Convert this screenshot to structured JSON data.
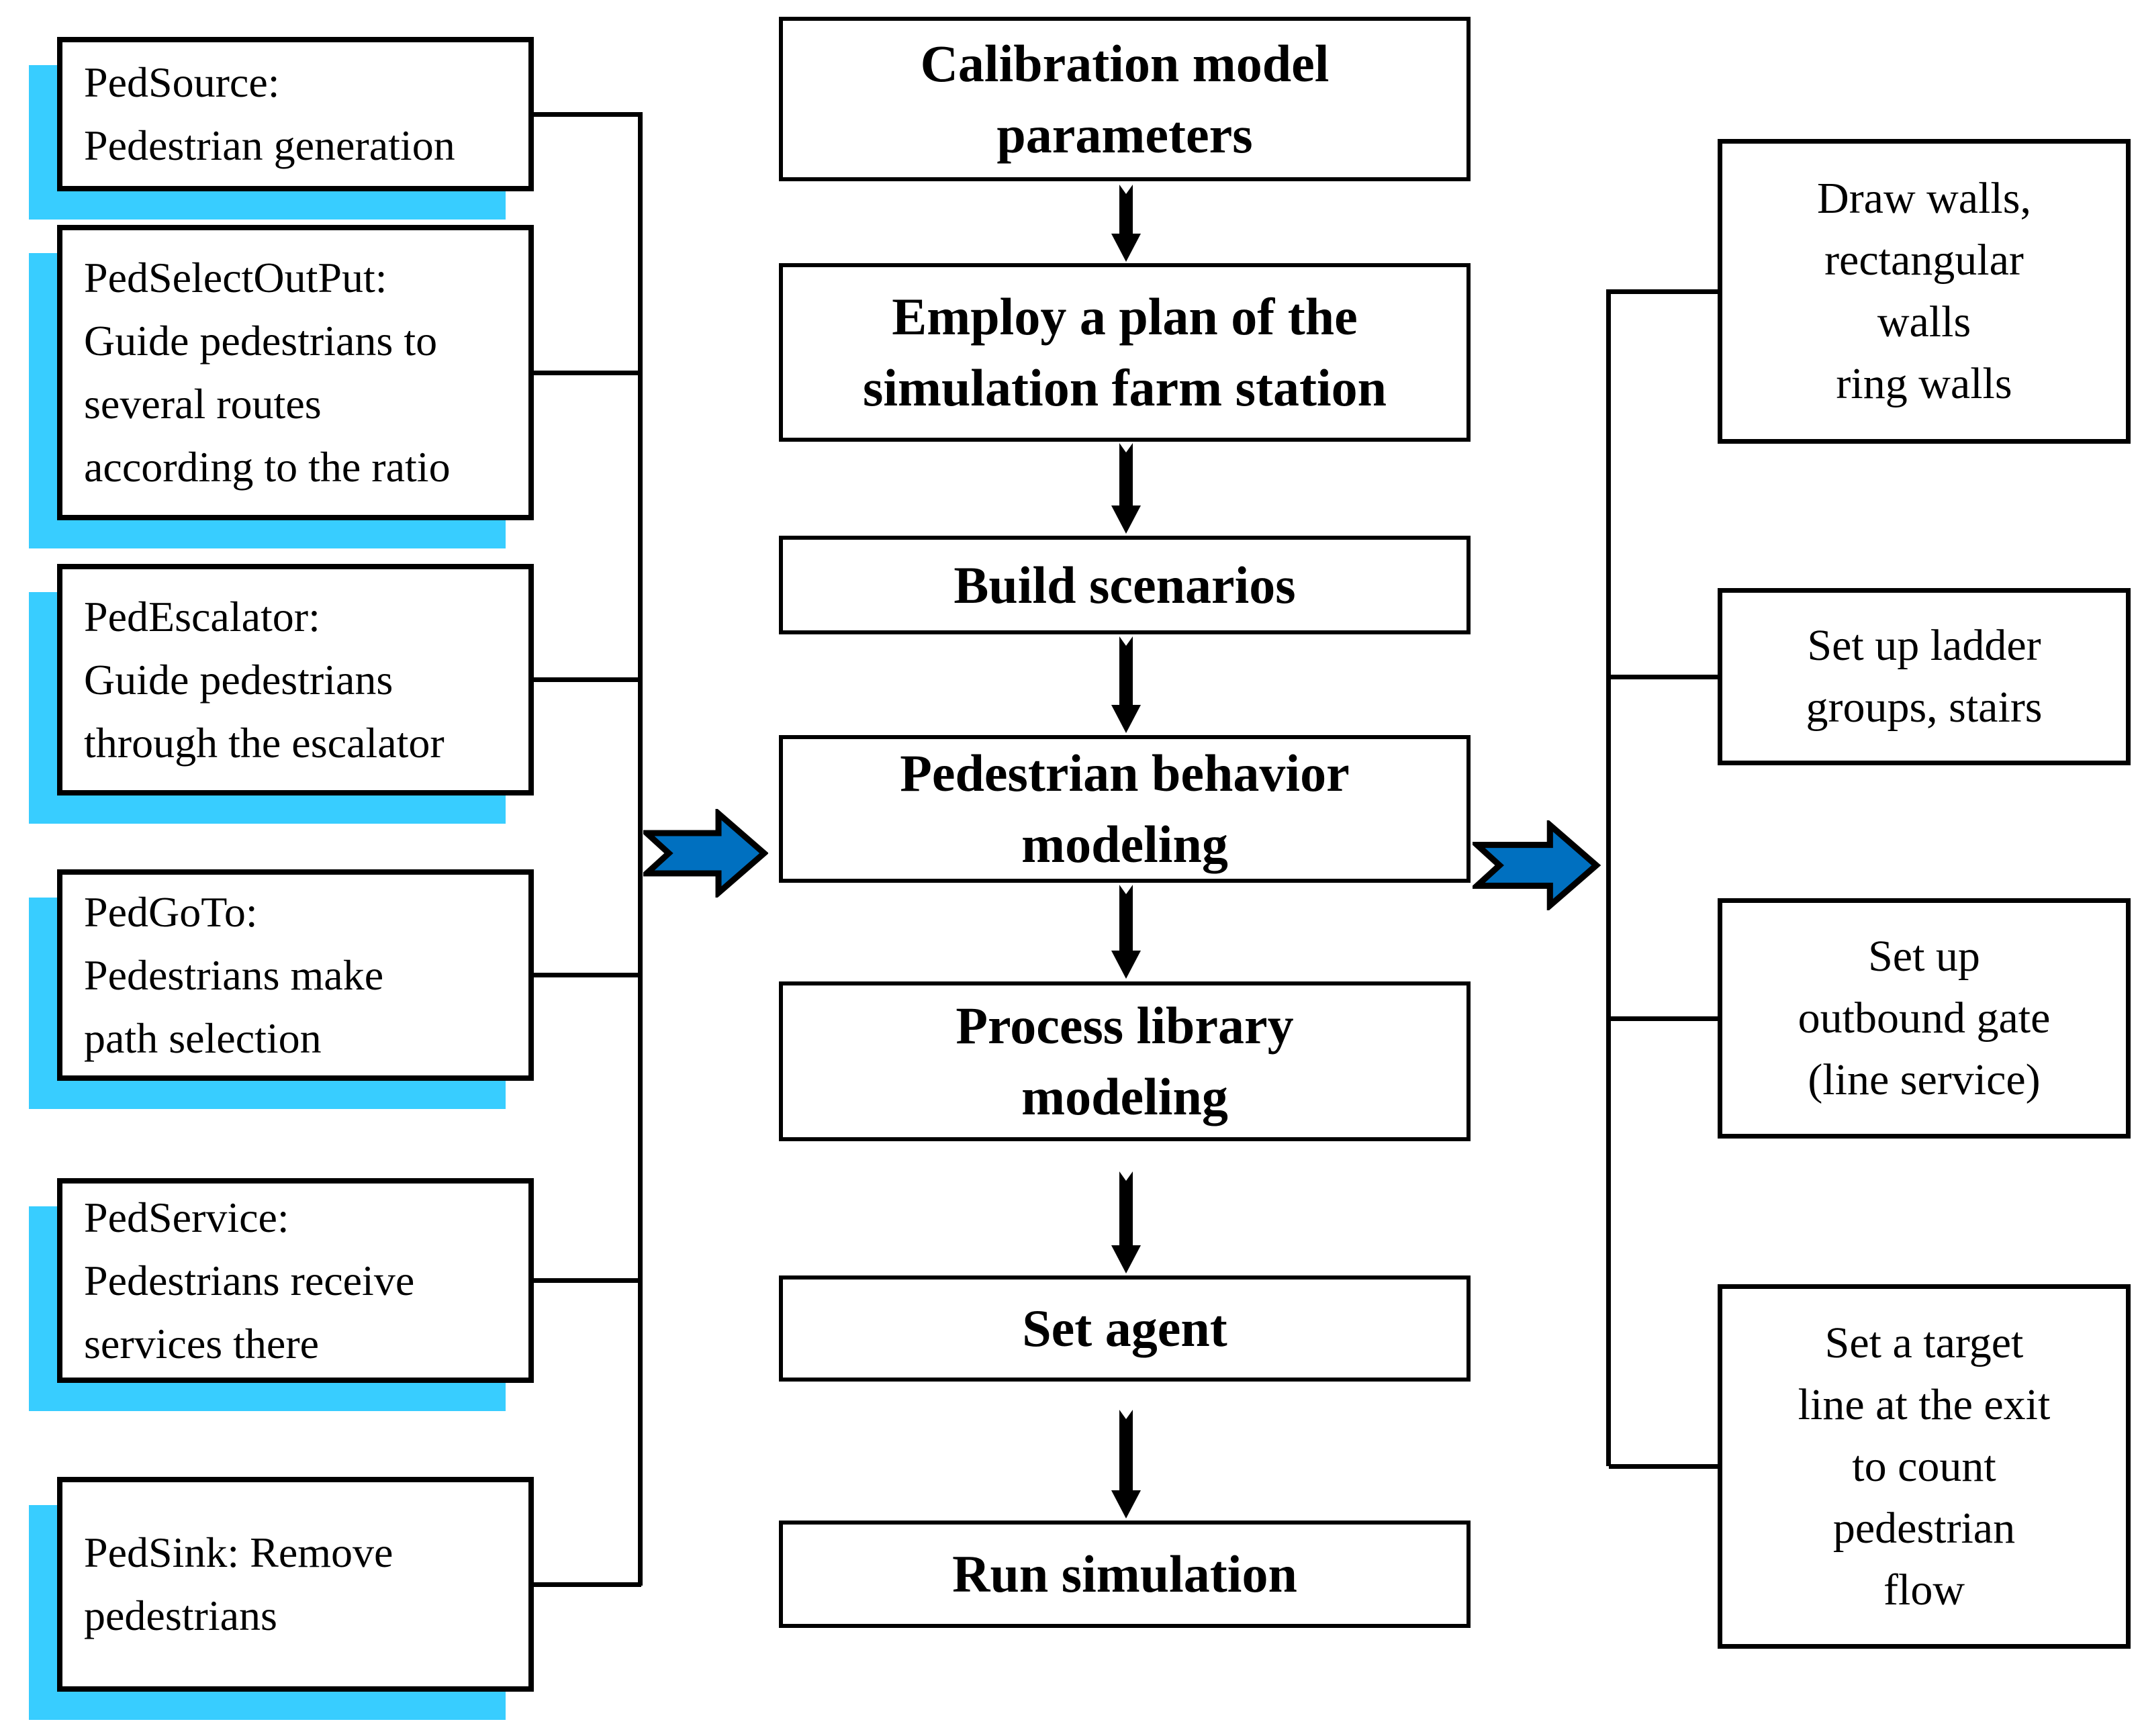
{
  "figure": {
    "type": "flowchart"
  },
  "palette": {
    "background": "#FFFFFF",
    "border": "#000000",
    "text": "#000000",
    "cyan_shadow": "#38CDFF",
    "blue_arrow_fill": "#0070C0"
  },
  "left_column": {
    "boxes": [
      {
        "text": "PedSource:\nPedestrian generation"
      },
      {
        "text": "PedSelectOutPut:\nGuide pedestrians to\nseveral routes\naccording to the ratio"
      },
      {
        "text": "PedEscalator:\nGuide pedestrians\nthrough the escalator"
      },
      {
        "text": "PedGoTo:\nPedestrians make\npath selection"
      },
      {
        "text": "PedService:\nPedestrians receive\nservices there"
      },
      {
        "text": "PedSink: Remove\npedestrians"
      }
    ]
  },
  "center_flow": {
    "steps": [
      {
        "text": "Calibration model\nparameters"
      },
      {
        "text": "Employ a plan of the\nsimulation farm station"
      },
      {
        "text": "Build scenarios"
      },
      {
        "text": "Pedestrian behavior\nmodeling"
      },
      {
        "text": "Process library\nmodeling"
      },
      {
        "text": "Set agent"
      },
      {
        "text": "Run simulation"
      }
    ]
  },
  "right_column": {
    "boxes": [
      {
        "text": "Draw walls,\nrectangular\nwalls\nring walls"
      },
      {
        "text": "Set up ladder\ngroups, stairs"
      },
      {
        "text": "Set up\noutbound gate\n(line service)"
      },
      {
        "text": "Set a target\nline at the exit\nto count\npedestrian\nflow"
      }
    ]
  },
  "icons": {
    "group_to_center": "chevron-right-arrow",
    "center_to_group": "chevron-right-arrow",
    "step_connector": "down-arrow"
  }
}
